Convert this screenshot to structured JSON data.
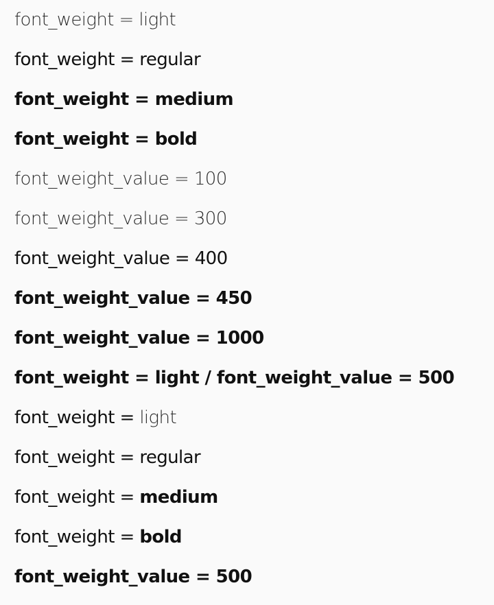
{
  "lines": [
    {
      "text": "font_weight = light"
    },
    {
      "text": "font_weight = regular"
    },
    {
      "text": "font_weight = medium"
    },
    {
      "text": "font_weight = bold"
    },
    {
      "text": "font_weight_value = 100"
    },
    {
      "text": "font_weight_value = 300"
    },
    {
      "text": "font_weight_value = 400"
    },
    {
      "text": "font_weight_value = 450"
    },
    {
      "text": "font_weight_value = 1000"
    },
    {
      "text": "font_weight = light / font_weight_value = 500"
    },
    {
      "prefix": "font_weight = ",
      "suffix": "light"
    },
    {
      "prefix": "font_weight = ",
      "suffix": "regular"
    },
    {
      "prefix": "font_weight = ",
      "suffix": "medium"
    },
    {
      "prefix": "font_weight = ",
      "suffix": "bold"
    },
    {
      "text": "font_weight_value = 500"
    }
  ]
}
